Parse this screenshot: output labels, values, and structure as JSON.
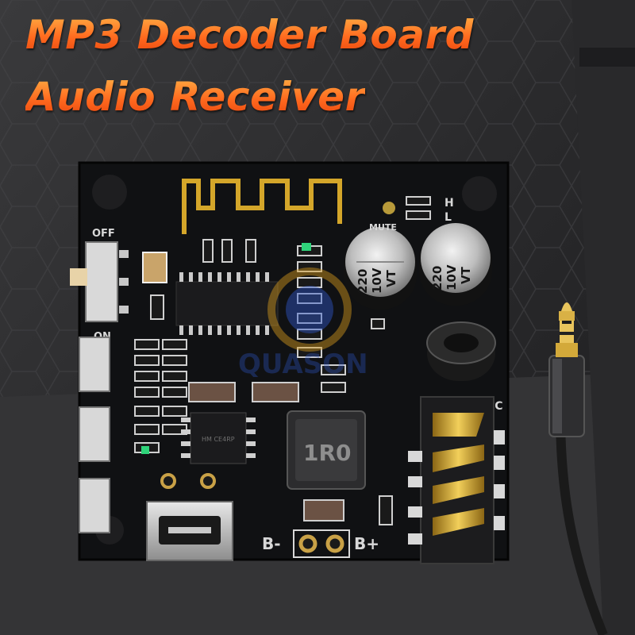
{
  "title": {
    "line1": "MP3 Decoder Board",
    "line2": "Audio Receiver"
  },
  "board": {
    "switch_off": "OFF",
    "switch_on": "ON",
    "mute": "MUTE",
    "h": "H",
    "l": "L",
    "ic": "IC",
    "cap1": [
      "220",
      "10V",
      "VT"
    ],
    "cap2": [
      "220",
      "10V",
      "VT"
    ],
    "inductor": "1R0",
    "chip": "HM CE4RP",
    "battery_minus": "B-",
    "battery_plus": "B+",
    "watermark": "QUASON"
  },
  "colors": {
    "title_orange": "#ff5a1a",
    "pcb": "#111214",
    "silk": "#d8d8d8",
    "gold": "#d4a62a",
    "cable": "#1a1a1a"
  }
}
